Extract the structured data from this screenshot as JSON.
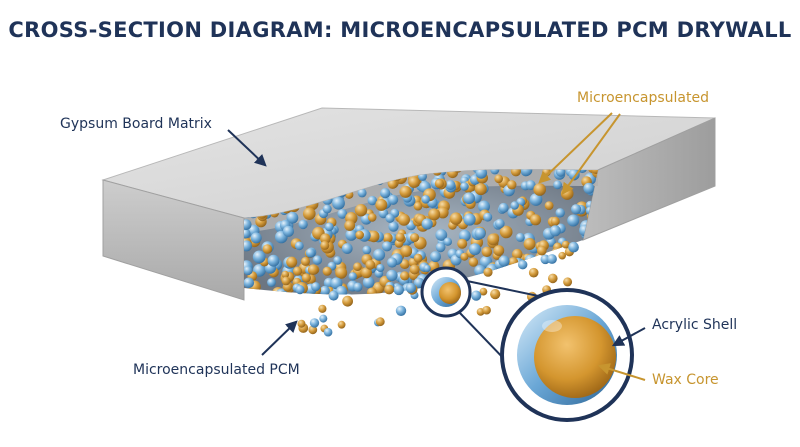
{
  "title": "CROSS-SECTION DIAGRAM: MICROENCAPSULATED PCM DRYWALL",
  "labels": {
    "gypsum": "Gypsum Board Matrix",
    "microencapsulated_top": "Microencapsulated",
    "microencapsulated_pcm": "Microencapsulated PCM",
    "acrylic_shell": "Acrylic Shell",
    "wax_core": "Wax Core"
  },
  "colors": {
    "navy": "#1f3358",
    "gold": "#c7952f",
    "shell_blue": "#5f9fd0",
    "wax_gold": "#d39a3a",
    "gypsum_top": "#d9d9d9",
    "gypsum_side": "#c4c4c4"
  }
}
